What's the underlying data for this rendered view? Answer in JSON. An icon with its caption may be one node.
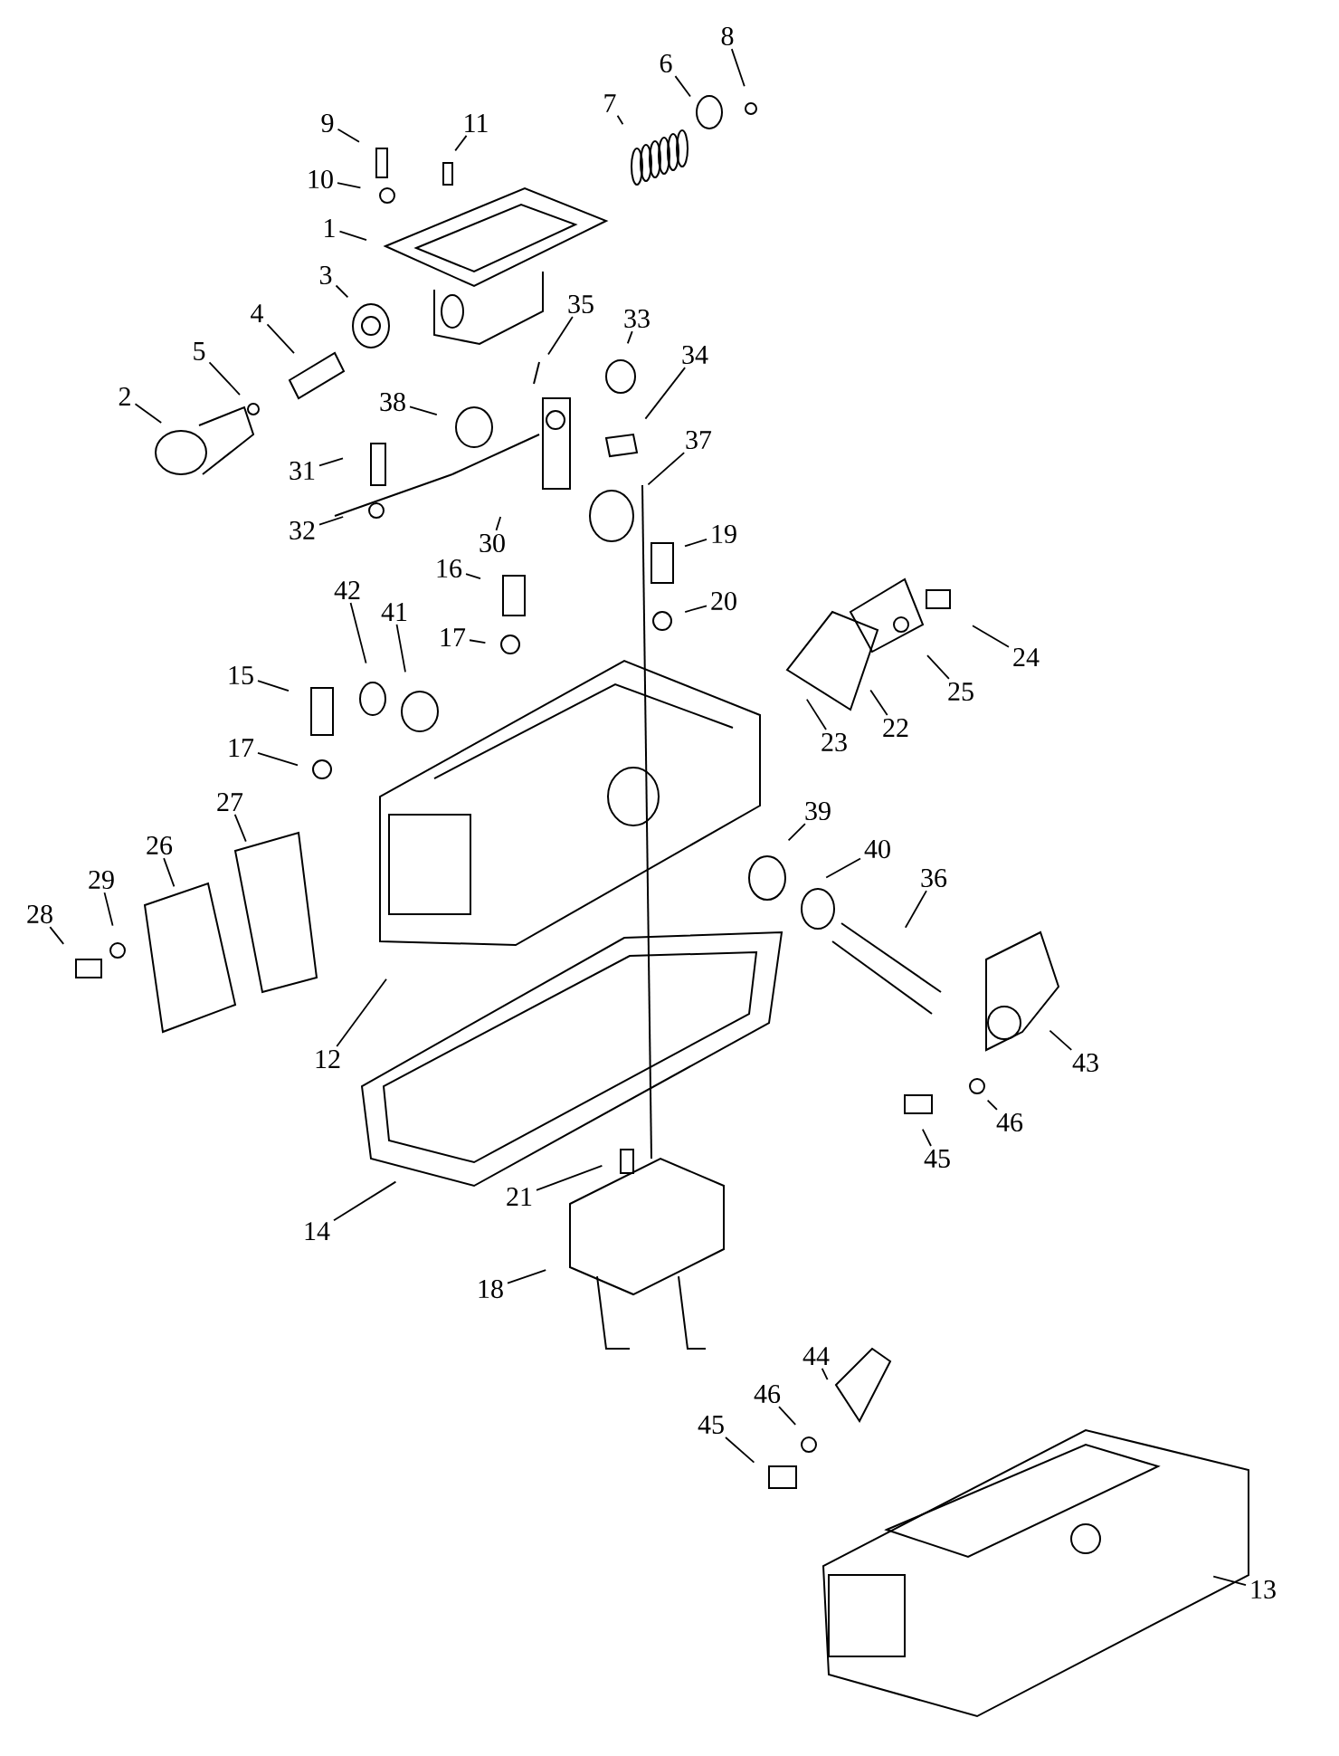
{
  "diagram": {
    "nodes": [
      {
        "text": [
          "9"
        ]
      },
      {
        "text": [
          "11"
        ]
      },
      {
        "text": [
          "8"
        ]
      },
      {
        "text": [
          "6"
        ]
      },
      {
        "text": [
          "7"
        ]
      },
      {
        "text": [
          "10"
        ]
      },
      {
        "text": [
          "1"
        ]
      },
      {
        "text": [
          "3"
        ]
      },
      {
        "text": [
          "35"
        ]
      },
      {
        "text": [
          "33"
        ]
      },
      {
        "text": [
          "4"
        ]
      },
      {
        "text": [
          "5"
        ]
      },
      {
        "text": [
          "34"
        ]
      },
      {
        "text": [
          "2"
        ]
      },
      {
        "text": [
          "38"
        ]
      },
      {
        "text": [
          "37"
        ]
      },
      {
        "text": [
          "31"
        ]
      },
      {
        "text": [
          "32"
        ]
      },
      {
        "text": [
          "30"
        ]
      },
      {
        "text": [
          "19"
        ]
      },
      {
        "text": [
          "16"
        ]
      },
      {
        "text": [
          "20"
        ]
      },
      {
        "text": [
          "42"
        ]
      },
      {
        "text": [
          "41"
        ]
      },
      {
        "text": [
          "17"
        ]
      },
      {
        "text": [
          "15"
        ]
      },
      {
        "text": [
          "24"
        ]
      },
      {
        "text": [
          "25"
        ]
      },
      {
        "text": [
          "22"
        ]
      },
      {
        "text": [
          "23"
        ]
      },
      {
        "text": [
          "17"
        ]
      },
      {
        "text": [
          "39"
        ]
      },
      {
        "text": [
          "27"
        ]
      },
      {
        "text": [
          "40"
        ]
      },
      {
        "text": [
          "36"
        ]
      },
      {
        "text": [
          "26"
        ]
      },
      {
        "text": [
          "29"
        ]
      },
      {
        "text": [
          "28"
        ]
      },
      {
        "text": [
          "12"
        ]
      },
      {
        "text": [
          "43"
        ]
      },
      {
        "text": [
          "46"
        ]
      },
      {
        "text": [
          "45"
        ]
      },
      {
        "text": [
          "14"
        ]
      },
      {
        "text": [
          "21"
        ]
      },
      {
        "text": [
          "18"
        ]
      },
      {
        "text": [
          "44"
        ]
      },
      {
        "text": [
          "46"
        ]
      },
      {
        "text": [
          "45"
        ]
      },
      {
        "text": [
          "13"
        ]
      }
    ],
    "edges": [
      {
        "from": 0,
        "to": null,
        "arrow": "none"
      },
      {
        "from": 1,
        "to": null,
        "arrow": "none"
      },
      {
        "from": 2,
        "to": null,
        "arrow": "none"
      },
      {
        "from": 3,
        "to": null,
        "arrow": "none"
      },
      {
        "from": 4,
        "to": null,
        "arrow": "none"
      },
      {
        "from": 5,
        "to": null,
        "arrow": "none"
      },
      {
        "from": 6,
        "to": null,
        "arrow": "none"
      },
      {
        "from": 7,
        "to": null,
        "arrow": "none"
      },
      {
        "from": 8,
        "to": null,
        "arrow": "none"
      },
      {
        "from": 9,
        "to": null,
        "arrow": "none"
      },
      {
        "from": 10,
        "to": null,
        "arrow": "none"
      },
      {
        "from": 11,
        "to": null,
        "arrow": "none"
      },
      {
        "from": 12,
        "to": null,
        "arrow": "none"
      },
      {
        "from": 13,
        "to": null,
        "arrow": "none"
      },
      {
        "from": 14,
        "to": null,
        "arrow": "none"
      },
      {
        "from": 15,
        "to": null,
        "arrow": "none"
      },
      {
        "from": 16,
        "to": null,
        "arrow": "none"
      },
      {
        "from": 17,
        "to": null,
        "arrow": "none"
      },
      {
        "from": 18,
        "to": null,
        "arrow": "none"
      },
      {
        "from": 19,
        "to": null,
        "arrow": "none"
      },
      {
        "from": 20,
        "to": null,
        "arrow": "none"
      },
      {
        "from": 21,
        "to": null,
        "arrow": "none"
      },
      {
        "from": 22,
        "to": null,
        "arrow": "none"
      },
      {
        "from": 23,
        "to": null,
        "arrow": "none"
      },
      {
        "from": 24,
        "to": null,
        "arrow": "none"
      },
      {
        "from": 25,
        "to": null,
        "arrow": "none"
      },
      {
        "from": 26,
        "to": null,
        "arrow": "none"
      },
      {
        "from": 27,
        "to": null,
        "arrow": "none"
      },
      {
        "from": 28,
        "to": null,
        "arrow": "none"
      },
      {
        "from": 29,
        "to": null,
        "arrow": "none"
      },
      {
        "from": 30,
        "to": null,
        "arrow": "none"
      },
      {
        "from": 31,
        "to": null,
        "arrow": "none"
      },
      {
        "from": 32,
        "to": null,
        "arrow": "none"
      },
      {
        "from": 33,
        "to": null,
        "arrow": "none"
      },
      {
        "from": 34,
        "to": null,
        "arrow": "none"
      },
      {
        "from": 35,
        "to": null,
        "arrow": "none"
      },
      {
        "from": 36,
        "to": null,
        "arrow": "none"
      },
      {
        "from": 37,
        "to": null,
        "arrow": "none"
      },
      {
        "from": 38,
        "to": null,
        "arrow": "none"
      },
      {
        "from": 39,
        "to": null,
        "arrow": "none"
      },
      {
        "from": 40,
        "to": null,
        "arrow": "none"
      },
      {
        "from": 41,
        "to": null,
        "arrow": "none"
      },
      {
        "from": 42,
        "to": null,
        "arrow": "none"
      },
      {
        "from": 43,
        "to": null,
        "arrow": "none"
      },
      {
        "from": 44,
        "to": null,
        "arrow": "none"
      },
      {
        "from": 45,
        "to": null,
        "arrow": "none"
      },
      {
        "from": 46,
        "to": null,
        "arrow": "none"
      },
      {
        "from": 47,
        "to": null,
        "arrow": "none"
      },
      {
        "from": 48,
        "to": null,
        "arrow": "none"
      }
    ]
  }
}
